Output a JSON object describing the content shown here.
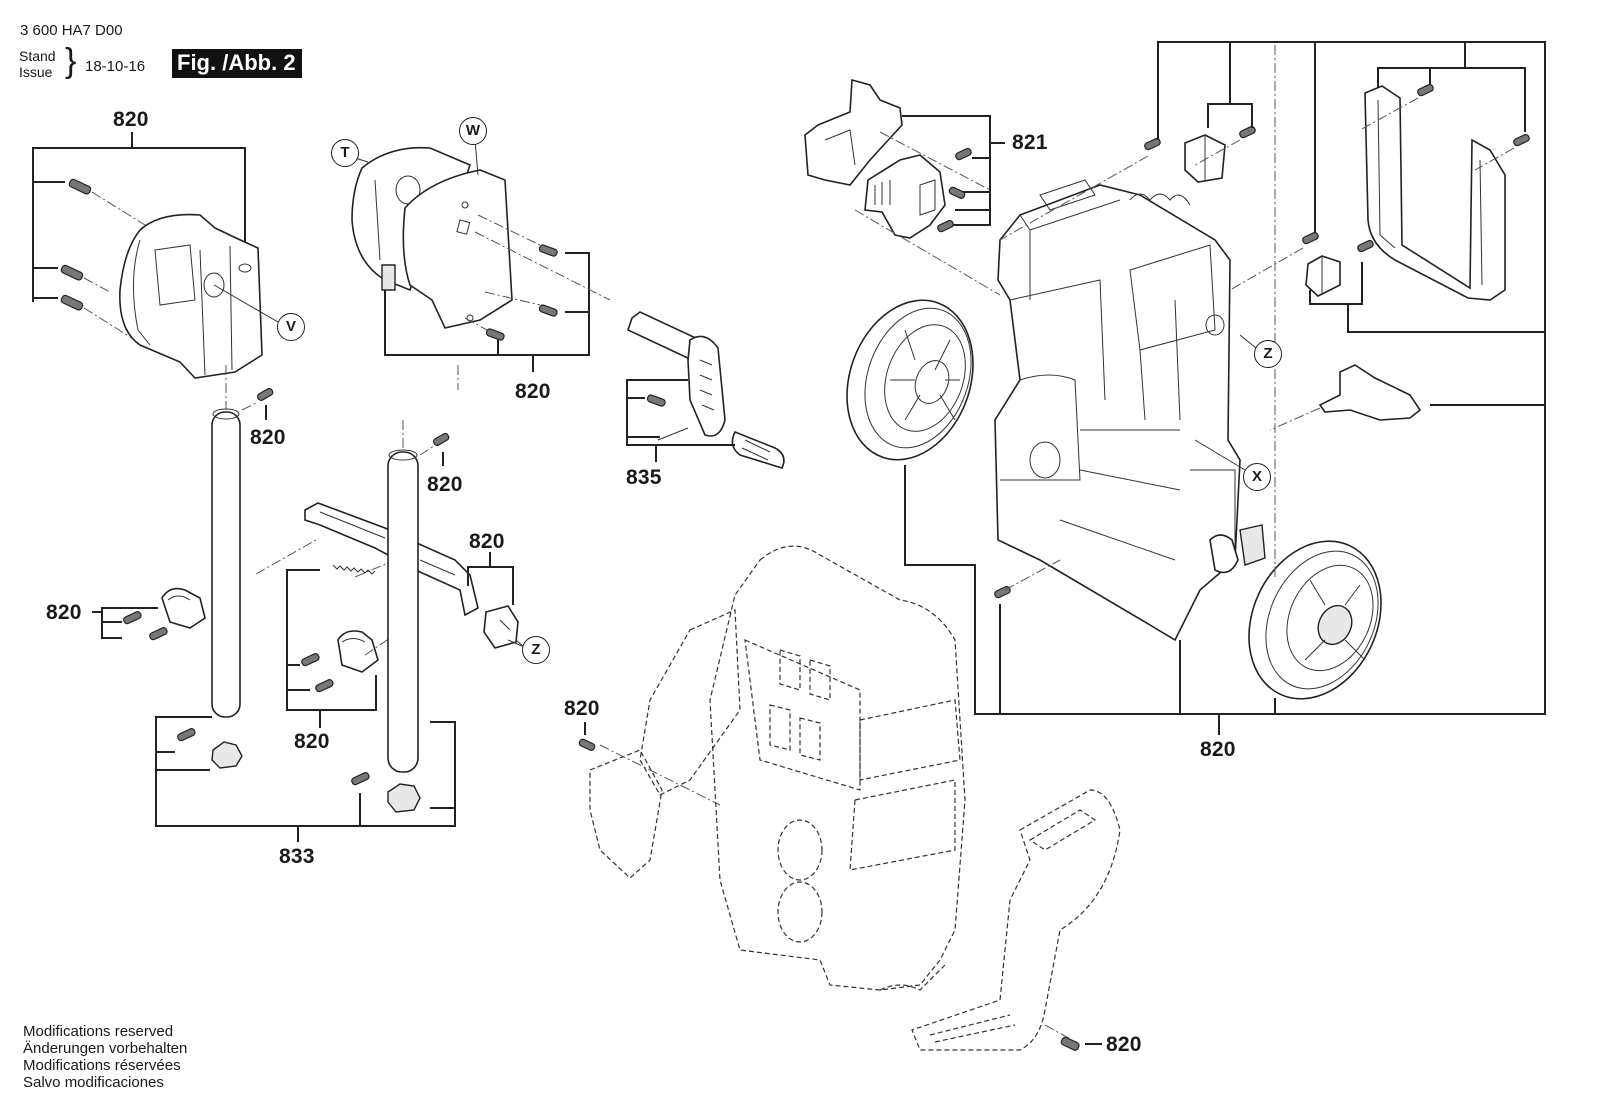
{
  "header": {
    "document_code": "3 600 HA7 D00",
    "stand_label": "Stand",
    "issue_label": "Issue",
    "date": "18-10-16",
    "figure_label": "Fig. /Abb. 2"
  },
  "footer": {
    "lines": [
      "Modifications reserved",
      "Änderungen vorbehalten",
      "Modifications réservées",
      "Salvo modificaciones"
    ]
  },
  "part_numbers": {
    "left_cover_group": "820",
    "left_tube_screw": "820",
    "left_clip_group": "820",
    "front_cover_group": "820",
    "right_tube_screw": "820",
    "latch_button_group": "820",
    "middle_clip_group": "820",
    "handle_group": "835",
    "tube_feet_group": "833",
    "switch_group": "821",
    "frame_group": "820",
    "ghost_housing_screw": "820",
    "ghost_base_screw": "820"
  },
  "reference_markers": {
    "v": "V",
    "t": "T",
    "w": "W",
    "z_frame": "Z",
    "x_frame": "X",
    "z_latch": "Z"
  }
}
